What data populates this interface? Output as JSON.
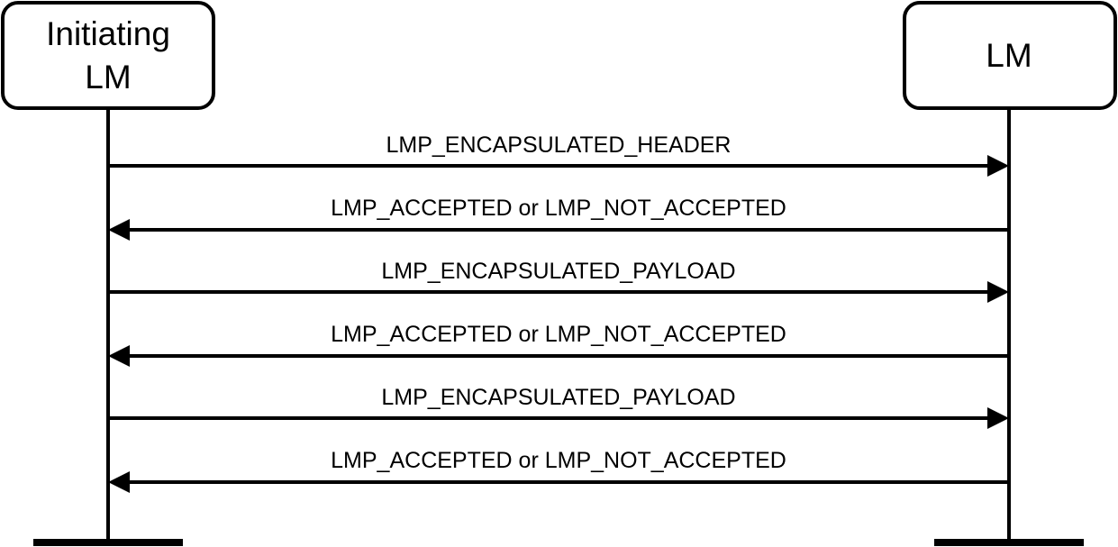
{
  "participants": [
    {
      "id": "initiating-lm",
      "label_lines": [
        "Initiating",
        "LM"
      ]
    },
    {
      "id": "lm",
      "label_lines": [
        "LM"
      ]
    }
  ],
  "messages": [
    {
      "label": "LMP_ENCAPSULATED_HEADER",
      "from": "initiating-lm",
      "to": "lm"
    },
    {
      "label": "LMP_ACCEPTED or LMP_NOT_ACCEPTED",
      "from": "lm",
      "to": "initiating-lm"
    },
    {
      "label": "LMP_ENCAPSULATED_PAYLOAD",
      "from": "initiating-lm",
      "to": "lm"
    },
    {
      "label": "LMP_ACCEPTED or LMP_NOT_ACCEPTED",
      "from": "lm",
      "to": "initiating-lm"
    },
    {
      "label": "LMP_ENCAPSULATED_PAYLOAD",
      "from": "initiating-lm",
      "to": "lm"
    },
    {
      "label": "LMP_ACCEPTED or LMP_NOT_ACCEPTED",
      "from": "lm",
      "to": "initiating-lm"
    }
  ],
  "colors": {
    "stroke": "#000000",
    "background": "#ffffff"
  }
}
